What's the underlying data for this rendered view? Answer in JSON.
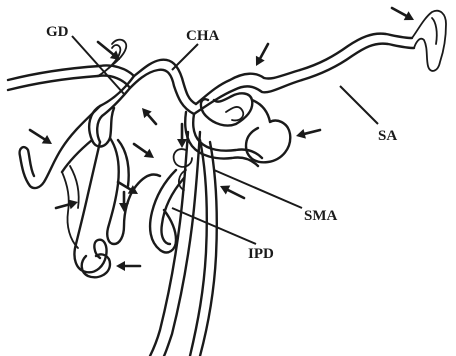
{
  "labels": {
    "gd": "GD",
    "cha": "CHA",
    "sa": "SA",
    "sma": "SMA",
    "ipd": "IPD"
  },
  "colors": {
    "ink": "#1a1a1a",
    "background": "#ffffff"
  },
  "arrow_count": 13
}
